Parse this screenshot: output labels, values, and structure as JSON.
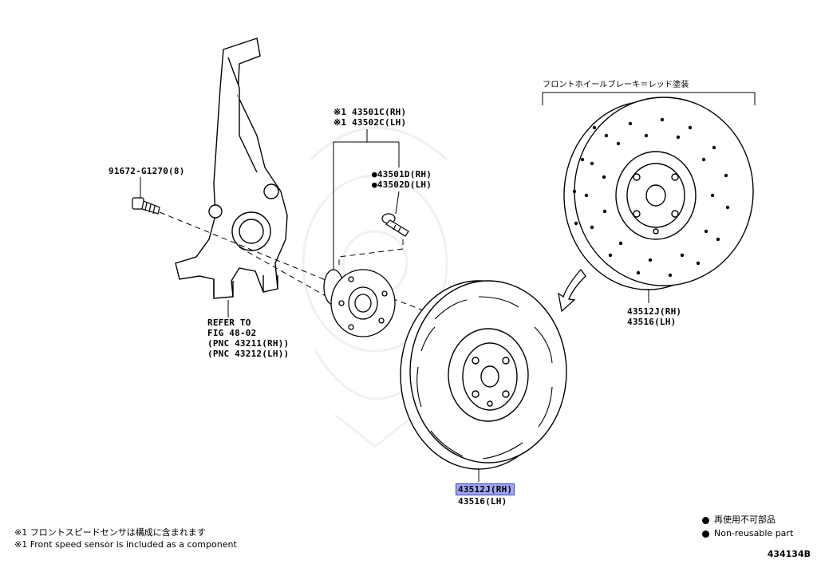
{
  "callouts": {
    "knuckle_bolt": "91672-G1270(8)",
    "refer_line1": "REFER TO",
    "refer_line2": "FIG 48-02",
    "refer_line3": "(PNC 43211(RH))",
    "refer_line4": "(PNC 43212(LH))",
    "hub_rh": "※1 43501C(RH)",
    "hub_lh": "※1 43502C(LH)",
    "bolt_rh": "●43501D(RH)",
    "bolt_lh": "●43502D(LH)",
    "red_paint_note": "フロントホイールブレーキ＝レッド塗装",
    "disc_upper_rh": "43512J(RH)",
    "disc_upper_lh": "43516(LH)",
    "disc_lower_rh": "43512J(RH)",
    "disc_lower_lh": "43516(LH)"
  },
  "footnotes": {
    "jp": "※1 フロントスピードセンサは構成に含まれます",
    "en": "※1 Front speed sensor is included  as a component"
  },
  "legend": {
    "jp": "再使用不可部品",
    "en": "Non-reusable part"
  },
  "figure_number": "434134B",
  "icons": [
    "steering-knuckle-icon",
    "axle-hub-icon",
    "hub-bolt-icon",
    "brake-disc-icon",
    "arrow-icon",
    "watermark-icon"
  ]
}
